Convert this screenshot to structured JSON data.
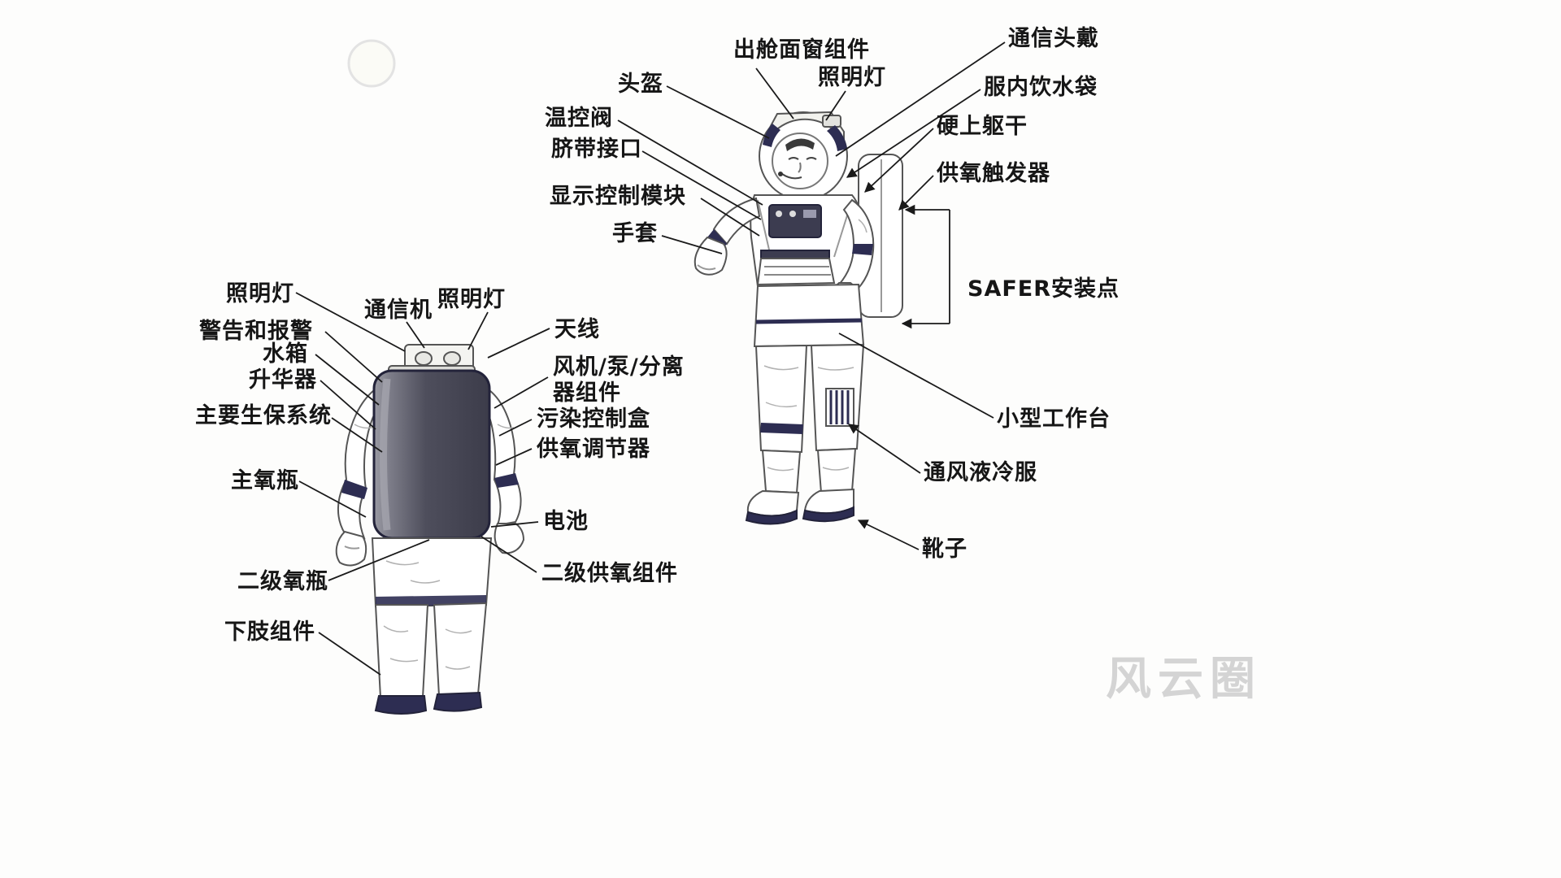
{
  "diagram": {
    "watermark": "风云圈",
    "colors": {
      "leader_line": "#1a1a1a",
      "navy_accent": "#2d2d52",
      "backpack_dark": "#3c3c4a",
      "watermark_gray": "#cbcbcb"
    }
  },
  "left_view": {
    "labels": [
      {
        "text": "照明灯"
      },
      {
        "text": "通信机"
      },
      {
        "text": "照明灯"
      },
      {
        "text": "警告和报警"
      },
      {
        "text": "水箱"
      },
      {
        "text": "升华器"
      },
      {
        "text": "主要生保系统"
      },
      {
        "text": "主氧瓶"
      },
      {
        "text": "二级氧瓶"
      },
      {
        "text": "下肢组件"
      },
      {
        "text": "天线"
      },
      {
        "text": "风机/泵/分离器组件"
      },
      {
        "text": "污染控制盒"
      },
      {
        "text": "供氧调节器"
      },
      {
        "text": "电池"
      },
      {
        "text": "二级供氧组件"
      }
    ]
  },
  "right_view": {
    "labels": [
      {
        "text": "出舱面窗组件"
      },
      {
        "text": "照明灯"
      },
      {
        "text": "头盔"
      },
      {
        "text": "温控阀"
      },
      {
        "text": "脐带接口"
      },
      {
        "text": "显示控制模块"
      },
      {
        "text": "手套"
      },
      {
        "text": "通信头戴"
      },
      {
        "text": "服内饮水袋"
      },
      {
        "text": "硬上躯干"
      },
      {
        "text": "供氧触发器"
      },
      {
        "text": "SAFER安装点"
      },
      {
        "text": "小型工作台"
      },
      {
        "text": "通风液冷服"
      },
      {
        "text": "靴子"
      }
    ]
  }
}
